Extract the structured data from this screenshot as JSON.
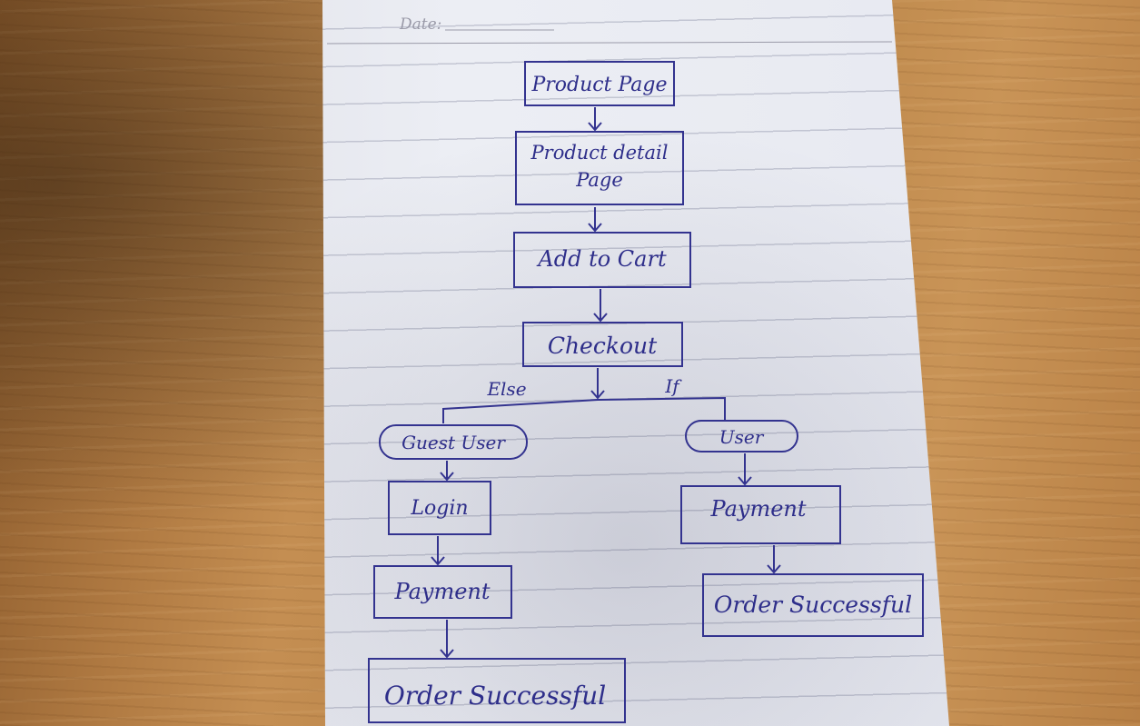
{
  "header": {
    "date_label": "Date:"
  },
  "nodes": {
    "product_page": "Product Page",
    "product_detail_line1": "Product detail",
    "product_detail_line2": "Page",
    "add_to_cart": "Add to Cart",
    "checkout": "Checkout",
    "guest_user": "Guest User",
    "user": "User",
    "login": "Login",
    "payment_left": "Payment",
    "order_left": "Order Successful",
    "payment_right": "Payment",
    "order_right": "Order Successful"
  },
  "edges": {
    "else_label": "Else",
    "if_label": "If"
  },
  "colors": {
    "ink": "#2e2e8a",
    "paper": "#eceef4",
    "wood": "#c48e52"
  }
}
